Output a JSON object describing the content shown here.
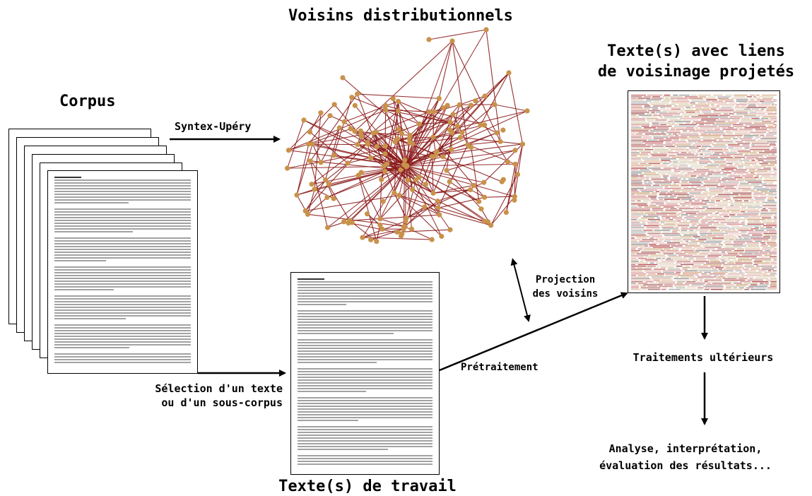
{
  "labels": {
    "voisins": "Voisins distributionnels",
    "textes_liens_1": "Texte(s) avec liens",
    "textes_liens_2": "de voisinage projetés",
    "corpus": "Corpus",
    "syntex": "Syntex-Upéry",
    "projection_1": "Projection",
    "projection_2": "des voisins",
    "pretraitement": "Prétraitement",
    "selection_1": "Sélection d'un texte",
    "selection_2": "ou d'un sous-corpus",
    "texte_travail": "Texte(s) de travail",
    "traitements": "Traitements ultérieurs",
    "analyse_1": "Analyse, interprétation,",
    "analyse_2": "évaluation des résultats..."
  },
  "colors": {
    "edge": "#8b1a1a",
    "node": "#c8924a",
    "arrow": "#000000"
  }
}
